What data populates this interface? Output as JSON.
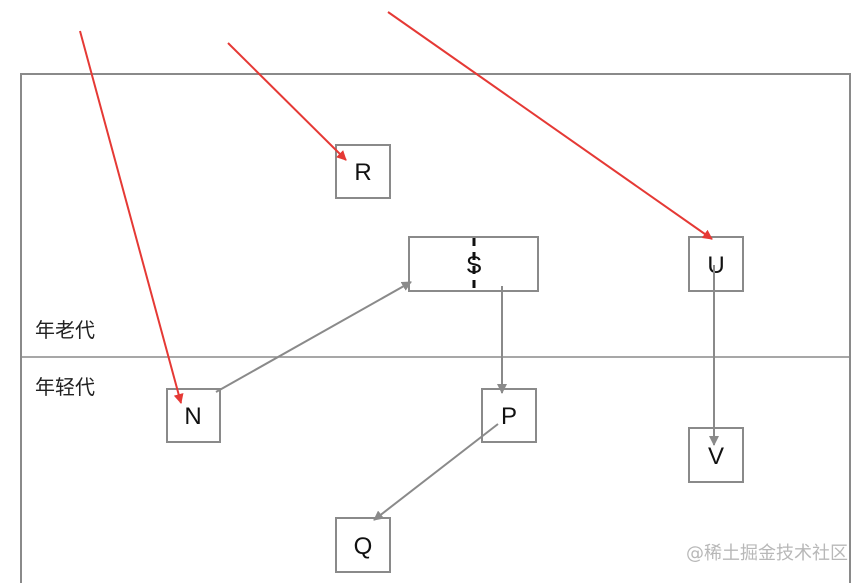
{
  "regions": {
    "old_generation_label": "年老代",
    "young_generation_label": "年轻代"
  },
  "nodes": {
    "R": "R",
    "S": "S",
    "U": "U",
    "N": "N",
    "P": "P",
    "V": "V",
    "Q": "Q"
  },
  "watermark": "@稀土掘金技术社区",
  "colors": {
    "external_ref_arrow": "#e53935",
    "internal_ref_arrow": "#8a8a8a",
    "box_stroke": "#8a8a8a",
    "divider": "#8a8a8a"
  }
}
